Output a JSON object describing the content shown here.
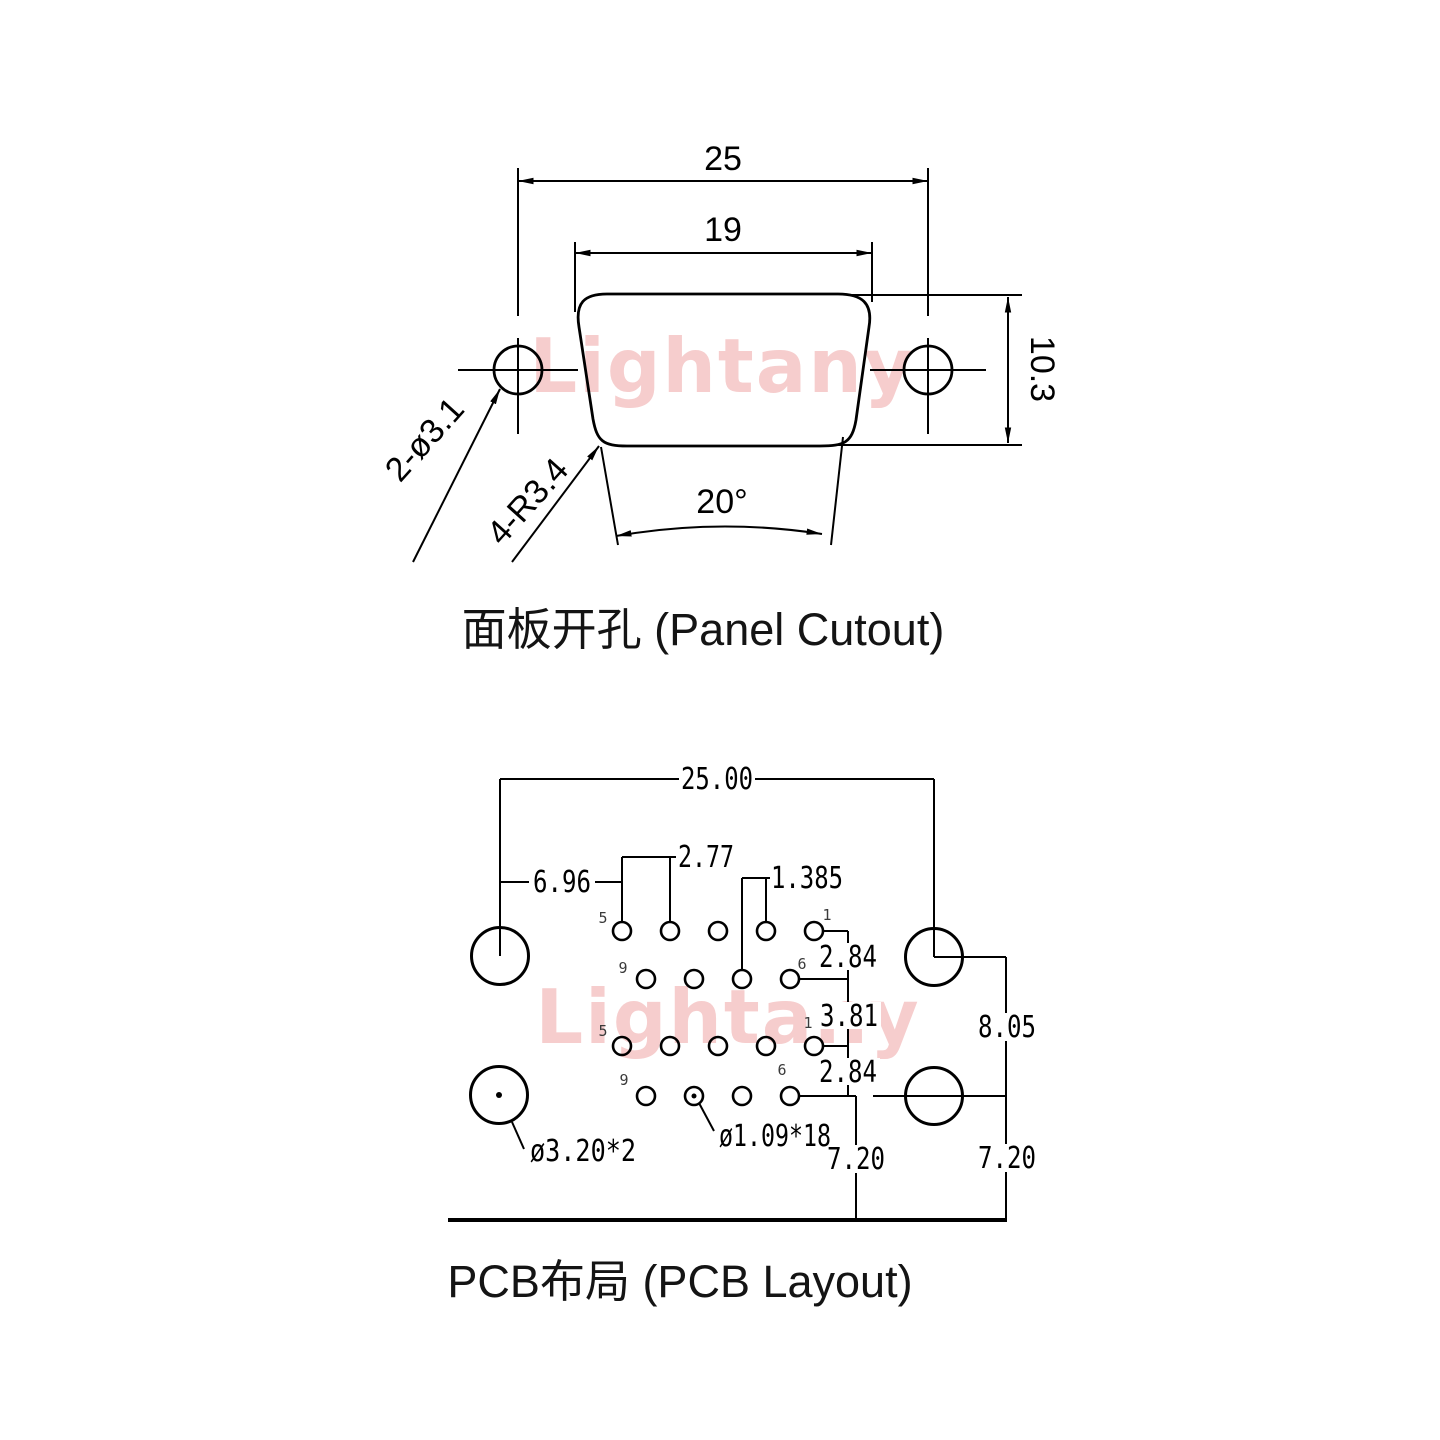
{
  "watermark": {
    "text": "Lightany",
    "color": "#f6cdcd"
  },
  "panel": {
    "caption": "面板开孔 (Panel Cutout)",
    "dim_width_outer": "25",
    "dim_width_inner": "19",
    "dim_height": "10.3",
    "label_mount_holes": "2-ø3.1",
    "label_corner_radius": "4-R3.4",
    "dim_draft_angle": "20°"
  },
  "pcb": {
    "caption": "PCB布局 (PCB Layout)",
    "dim_overall_width": "25.00",
    "dim_edge_to_pin": "6.96",
    "dim_pin_pitch": "2.77",
    "dim_half_pitch": "1.385",
    "dim_row_spacing_upper": "2.84",
    "dim_group_spacing": "3.81",
    "dim_row_spacing_lower": "2.84",
    "dim_mount_vertical": "8.05",
    "dim_pin_to_edge": "7.20",
    "dim_mount_to_edge": "7.20",
    "label_mount_hole": "ø3.20*2",
    "label_pin_hole": "ø1.09*18",
    "pin_labels": [
      "5",
      "1",
      "9",
      "6",
      "5",
      "1",
      "9",
      "6"
    ]
  }
}
